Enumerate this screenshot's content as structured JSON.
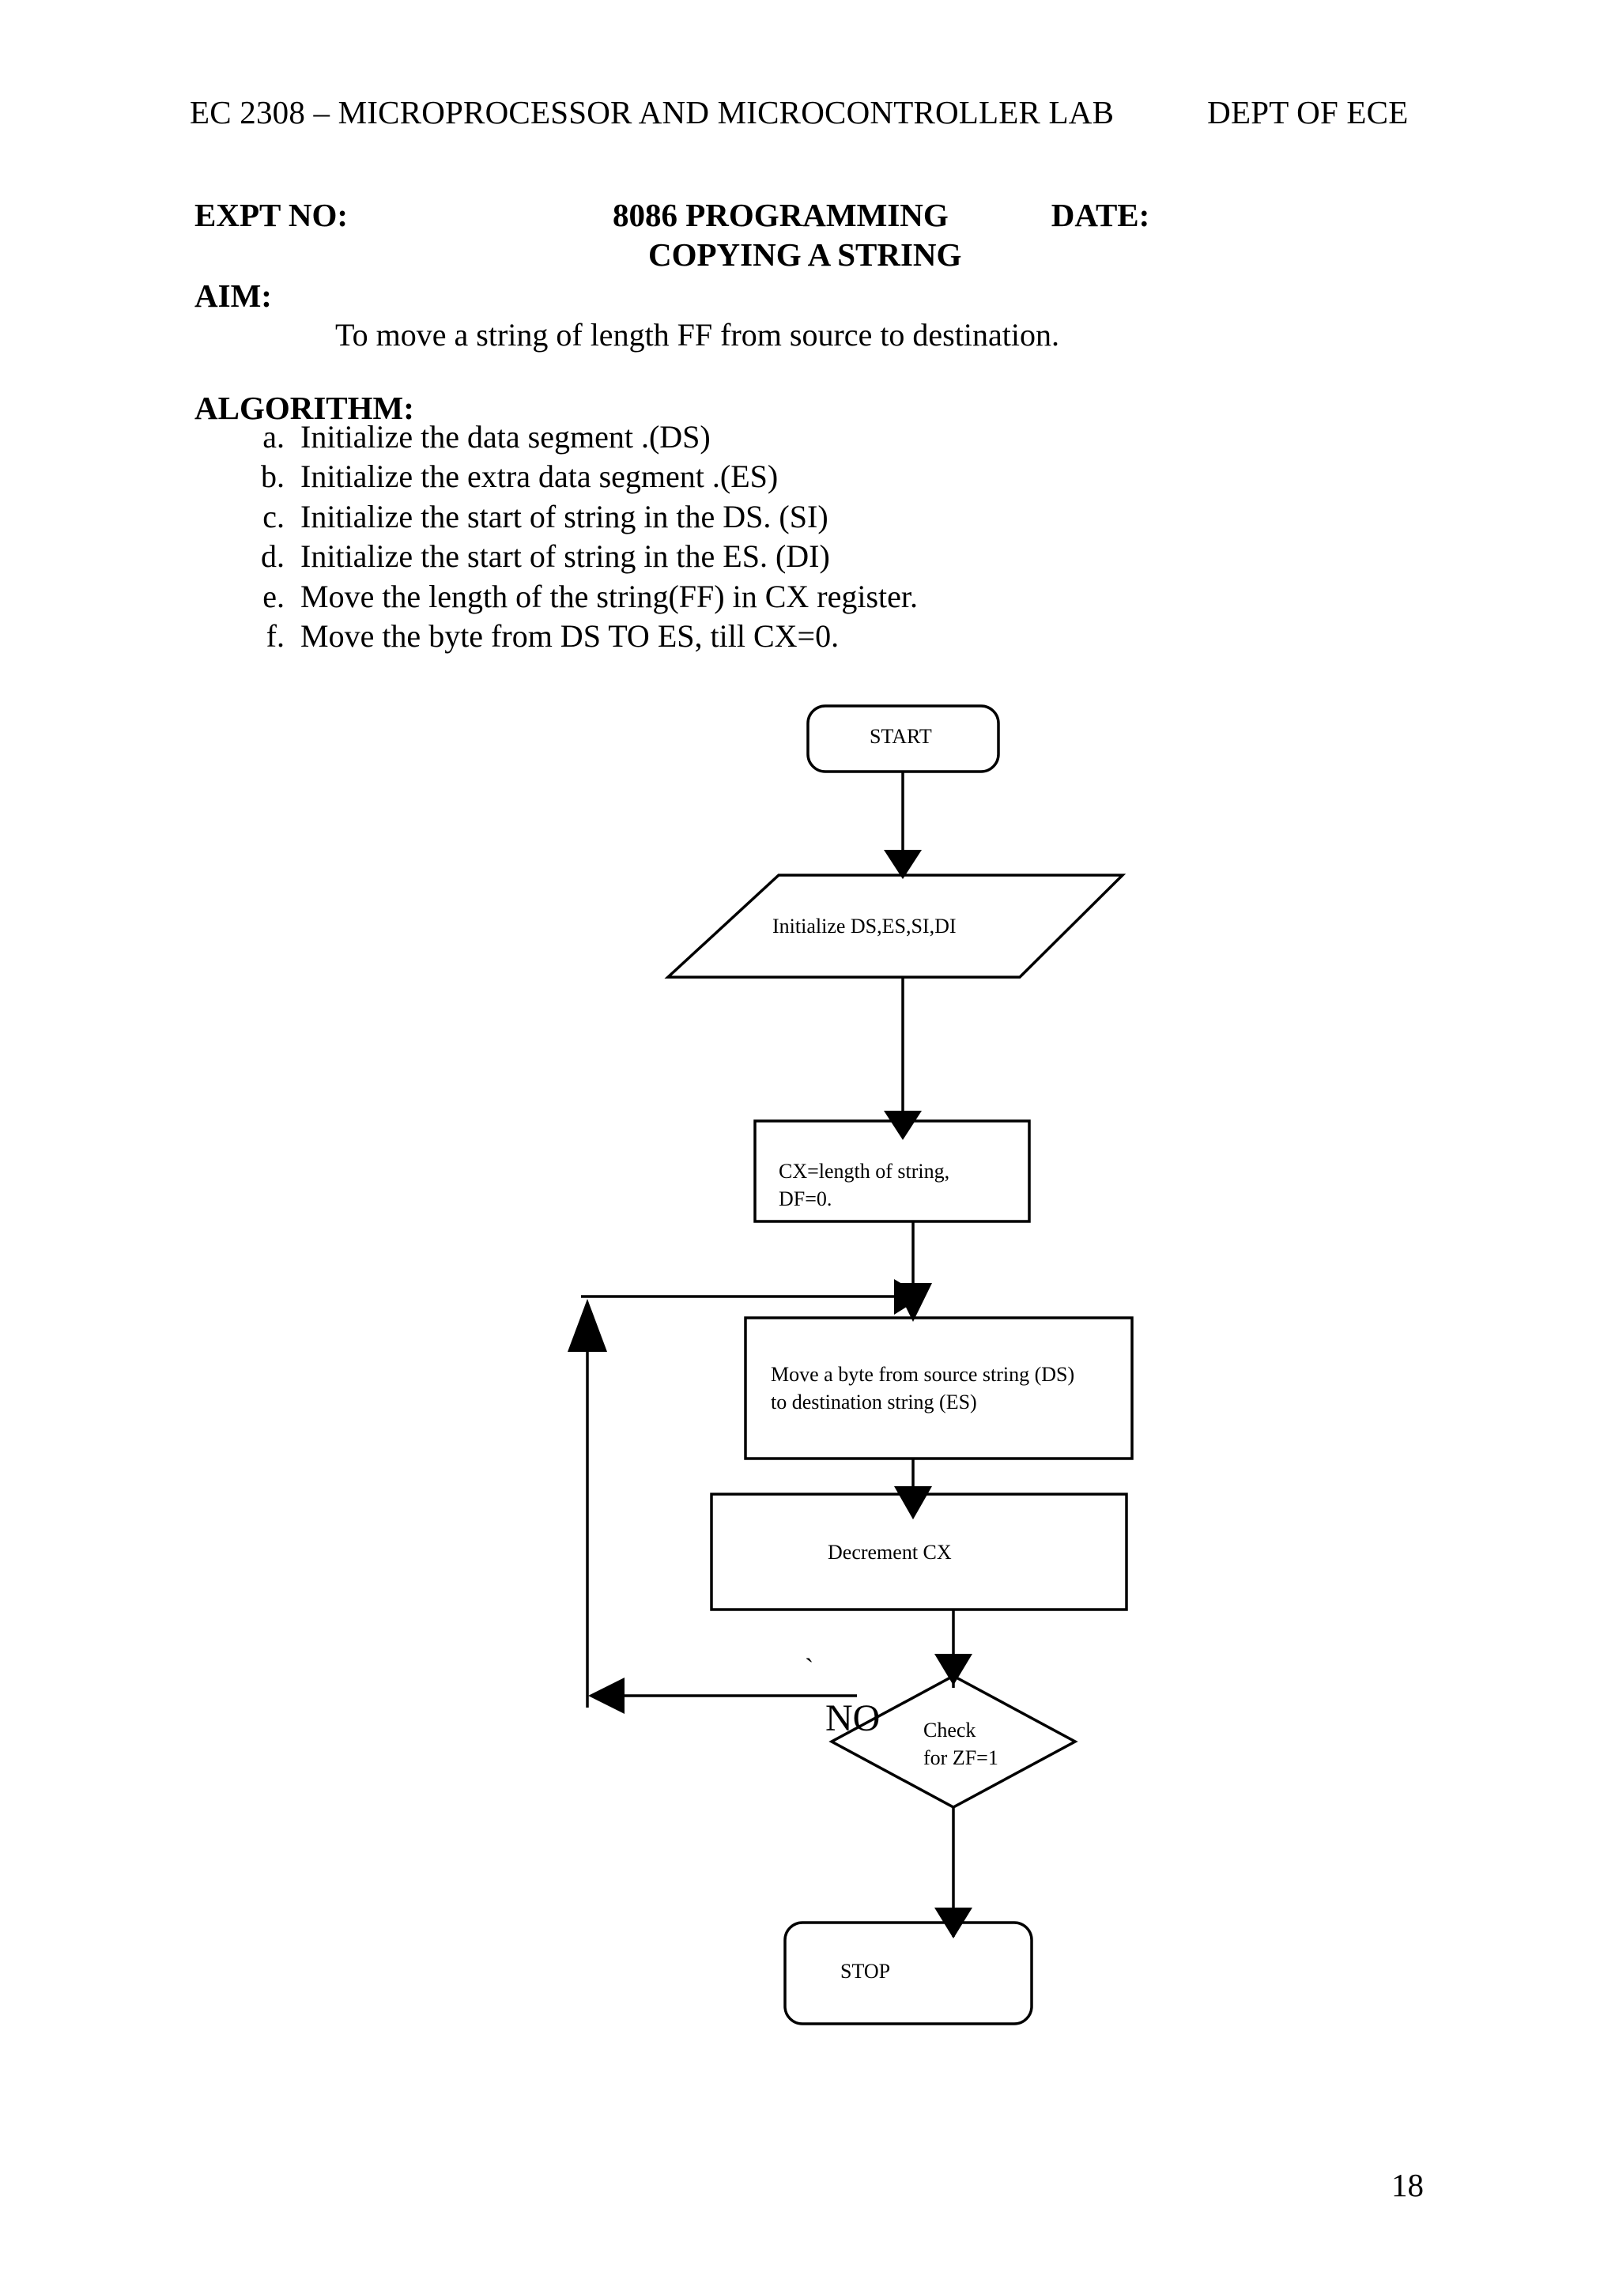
{
  "header": {
    "course": "EC 2308 – MICROPROCESSOR AND MICROCONTROLLER LAB",
    "dept": "DEPT OF ECE"
  },
  "expt": {
    "no_label": "EXPT NO:",
    "title": "8086 PROGRAMMING",
    "date_label": "DATE:",
    "subtitle": "COPYING A STRING"
  },
  "aim": {
    "label": "AIM:",
    "text": "To move a string of length FF from source to destination."
  },
  "algorithm": {
    "label": "ALGORITHM:",
    "items": [
      "Initialize the data segment .(DS)",
      "Initialize the extra data segment .(ES)",
      "Initialize the start of string in the DS. (SI)",
      "Initialize the start of string in the ES. (DI)",
      "Move the length of the string(FF) in CX register.",
      "Move the byte from DS TO ES, till CX=0."
    ]
  },
  "flowchart": {
    "start": "START",
    "initialize": "Initialize DS,ES,SI,DI",
    "set_registers": "CX=length of string,\nDF=0.",
    "move_byte": "Move a byte from source string (DS)\nto destination string (ES)",
    "decrement": "Decrement CX",
    "decision": "Check\nfor ZF=1",
    "no_branch": "NO",
    "stray_mark": "`",
    "stop": "STOP"
  },
  "footer": {
    "page_number": "18"
  },
  "colors": {
    "ink": "#000000",
    "paper": "#ffffff"
  }
}
